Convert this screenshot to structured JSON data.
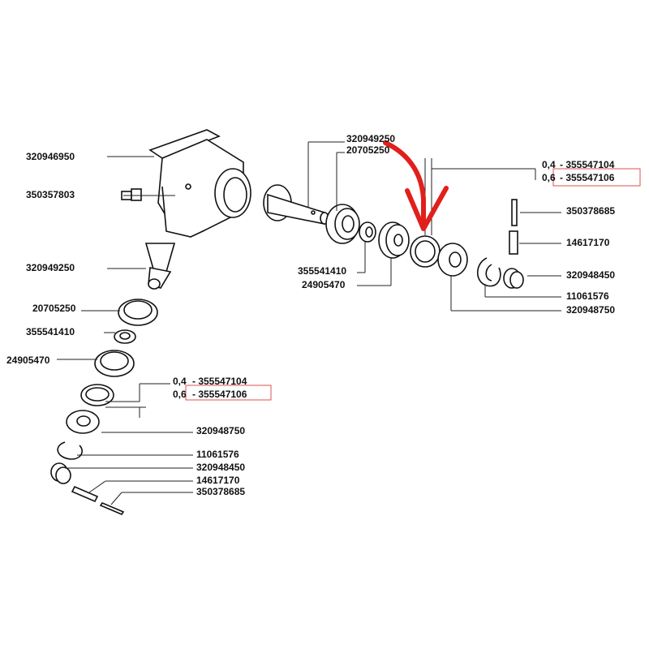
{
  "labels": {
    "top_gear_housing": "320946950",
    "grease_nipple": "350357803",
    "bevel_gear_left": "320949250",
    "bearing_left": "20705250",
    "washer_left": "355541410",
    "bearing2_left": "24905470",
    "shim_left_04": "0,4",
    "shim_left_04_code": "- 355547104",
    "shim_left_06": "0,6",
    "shim_left_06_code": "- 355547106",
    "seal_left": "320948750",
    "circlip_left": "11061576",
    "bush_left": "320948450",
    "needle_left": "14617170",
    "pin_left": "350378685",
    "shaft_top": "320949250",
    "bearing_top": "20705250",
    "washer_right": "355541410",
    "bearing2_right": "24905470",
    "shim_right_04": "0,4",
    "shim_right_04_code": "- 355547104",
    "shim_right_06": "0,6",
    "shim_right_06_code": "- 355547106",
    "pin_right": "350378685",
    "needle_right": "14617170",
    "bush_right": "320948450",
    "circlip_right": "11061576",
    "seal_right": "320948750"
  },
  "colors": {
    "highlight_box": "#d9534f",
    "annotation_arrow": "#e0201b"
  }
}
